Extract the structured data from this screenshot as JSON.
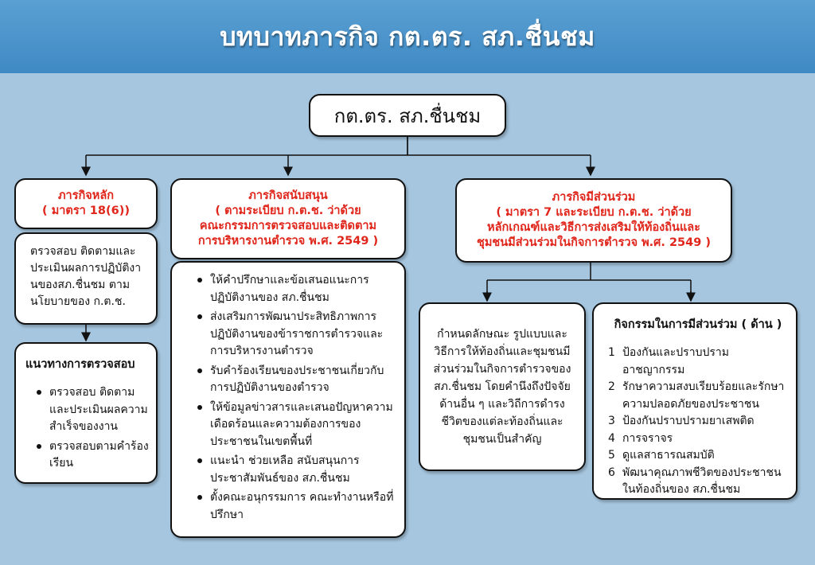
{
  "header": {
    "title": "บทบาทภารกิจ กต.ตร. สภ.ชื่นชม"
  },
  "root": {
    "label": "กต.ตร. สภ.ชื่นชม"
  },
  "main_mission": {
    "title": "ภารกิจหลัก",
    "ref": "( มาตรา 18(6))",
    "description": "ตรวจสอบ ติดตามและประเมินผลการปฏิบัติงานของสภ.ชื่นชม ตามนโยบายของ ก.ต.ช.",
    "guidelines_title": "แนวทางการตรวจสอบ",
    "guidelines": [
      "ตรวจสอบ ติดตามและประเมินผลความสำเร็จของงาน",
      "ตรวจสอบตามคำร้องเรียน"
    ]
  },
  "support_mission": {
    "title": "ภารกิจสนับสนุน",
    "ref_line1": "( ตามระเบียบ ก.ต.ช. ว่าด้วย",
    "ref_line2": "คณะกรรมการตรวจสอบและติดตาม",
    "ref_line3": "การบริหารงานตำรวจ พ.ศ. 2549 )",
    "items": [
      "ให้คำปรึกษาและข้อเสนอแนะการปฏิบัติงานของ สภ.ชื่นชม",
      "ส่งเสริมการพัฒนาประสิทธิภาพการปฏิบัติงานของข้าราชการตำรวจและการบริหารงานตำรวจ",
      "รับคำร้องเรียนของประชาชนเกี่ยวกับการปฏิบัติงานของตำรวจ",
      "ให้ข้อมูลข่าวสารและเสนอปัญหาความเดือดร้อนและความต้องการของประชาชนในเขตพื้นที่",
      "แนะนำ ช่วยเหลือ สนับสนุนการประชาสัมพันธ์ของ สภ.ชื่นชม",
      "ตั้งคณะอนุกรรมการ คณะทำงานหรือที่ปรึกษา"
    ]
  },
  "participation_mission": {
    "title": "ภารกิจมีส่วนร่วม",
    "ref_line1": "( มาตรา 7 และระเบียบ ก.ต.ช. ว่าด้วย",
    "ref_line2": "หลักเกณฑ์และวิธีการส่งเสริมให้ท้องถิ่นและ",
    "ref_line3": "ชุมชนมีส่วนร่วมในกิจการตำรวจ พ.ศ. 2549 )",
    "description": "กำหนดลักษณะ รูปแบบและวิธีการให้ท้องถิ่นและชุมชนมีส่วนร่วมในกิจการตำรวจของสภ.ชื่นชม โดยคำนึงถึงปัจจัยด้านอื่น ๆ และวิถีการดำรงชีวิตของแต่ละท้องถิ่นและชุมชนเป็นสำคัญ",
    "activities_title": "กิจกรรมในการมีส่วนร่วม ( ด้าน )",
    "activities": [
      {
        "num": "1",
        "text": "ป้องกันและปราบปรามอาชญากรรม"
      },
      {
        "num": "2",
        "text": "รักษาความสงบเรียบร้อยและรักษาความปลอดภัยของประชาชน"
      },
      {
        "num": "3",
        "text": "ป้องกันปราบปรามยาเสพติด"
      },
      {
        "num": "4",
        "text": "การจราจร"
      },
      {
        "num": "5",
        "text": "ดูแลสาธารณสมบัติ"
      },
      {
        "num": "6",
        "text": "พัฒนาคุณภาพชีวิตของประชาชนในท้องถิ่นของ สภ.ชื่นชม"
      }
    ]
  },
  "colors": {
    "background": "#a6c6df",
    "header": "#4a93cb",
    "accent_red": "#e0251b"
  }
}
